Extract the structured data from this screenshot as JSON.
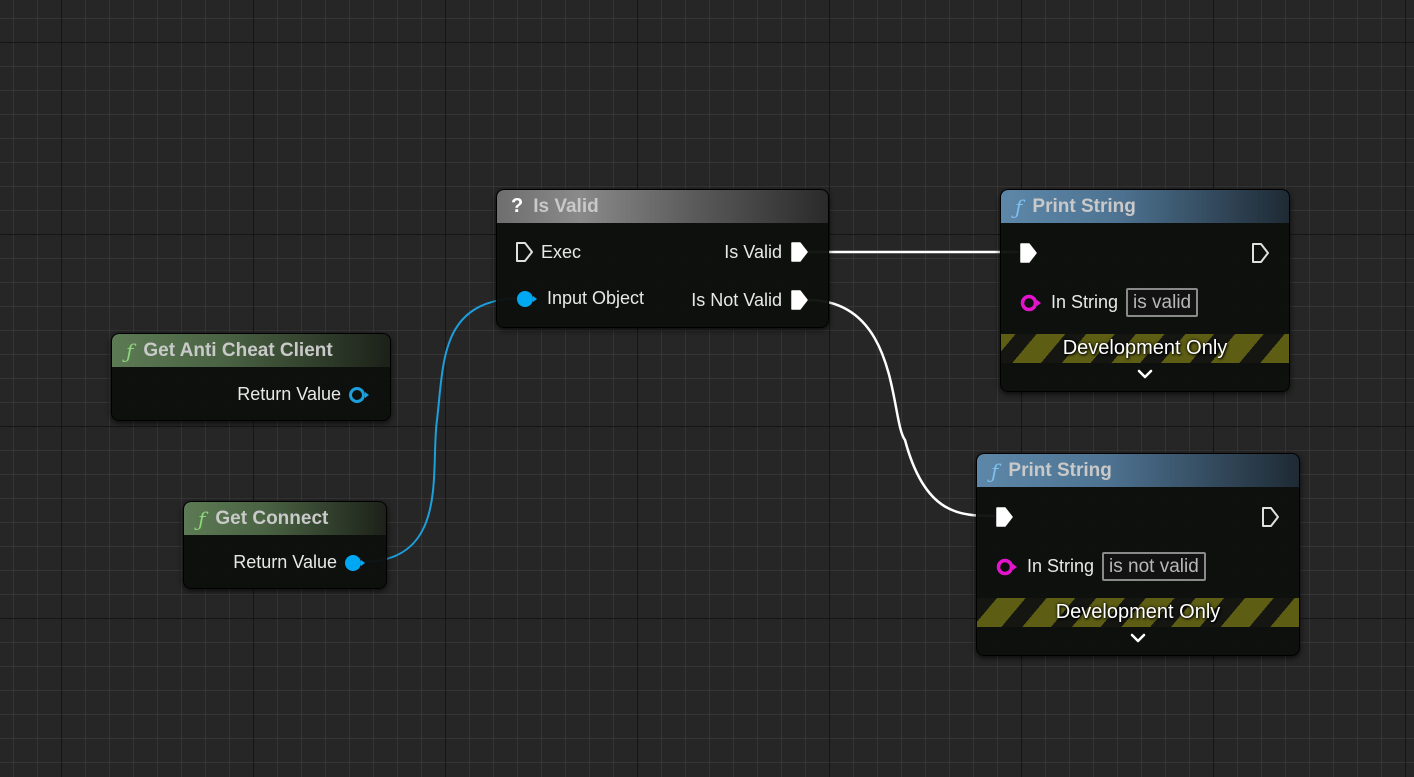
{
  "colors": {
    "background": "#262626",
    "object_pin": "#00a8f4",
    "string_pin": "#e414cc",
    "exec_pin": "#ffffff",
    "pure_header": "#4e6a47",
    "impure_header": "#4e7392",
    "macro_header": "#8a8a8a",
    "dev_stripe": "#5d5d14"
  },
  "nodes": {
    "get_anti_cheat_client": {
      "icon": "function-icon",
      "title": "Get Anti Cheat Client",
      "outputs": [
        {
          "label": "Return Value",
          "type": "object",
          "connected": false
        }
      ]
    },
    "get_connect": {
      "icon": "function-icon",
      "title": "Get Connect",
      "outputs": [
        {
          "label": "Return Value",
          "type": "object",
          "connected": true
        }
      ]
    },
    "is_valid": {
      "icon": "question-icon",
      "title": "Is Valid",
      "icon_glyph": "?",
      "inputs": [
        {
          "label": "Exec",
          "type": "exec",
          "connected": false
        },
        {
          "label": "Input Object",
          "type": "object",
          "connected": true
        }
      ],
      "outputs": [
        {
          "label": "Is Valid",
          "type": "exec",
          "connected": true
        },
        {
          "label": "Is Not Valid",
          "type": "exec",
          "connected": true
        }
      ]
    },
    "print_string_1": {
      "icon": "function-icon",
      "title": "Print String",
      "in_string_label": "In String",
      "in_string_value": "is valid",
      "band_label": "Development Only"
    },
    "print_string_2": {
      "icon": "function-icon",
      "title": "Print String",
      "in_string_label": "In String",
      "in_string_value": "is not valid",
      "band_label": "Development Only"
    }
  },
  "glyphs": {
    "function": "ƒ",
    "question": "?"
  },
  "wires": [
    {
      "from": "get_connect.Return Value",
      "to": "is_valid.Input Object",
      "type": "object"
    },
    {
      "from": "is_valid.Is Valid",
      "to": "print_string_1.exec_in",
      "type": "exec"
    },
    {
      "from": "is_valid.Is Not Valid",
      "to": "print_string_2.exec_in",
      "type": "exec"
    }
  ]
}
